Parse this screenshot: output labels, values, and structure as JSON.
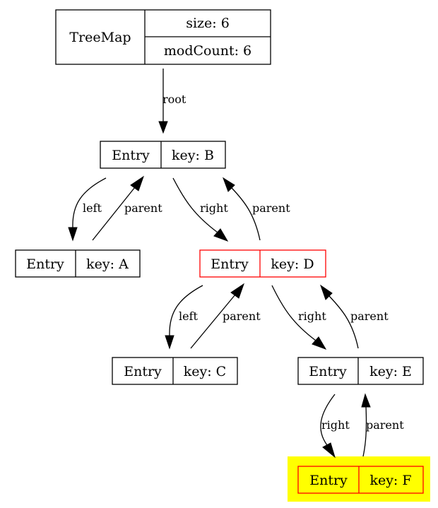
{
  "treemap": {
    "title": "TreeMap",
    "size_label": "size: 6",
    "modcount_label": "modCount: 6"
  },
  "entries": {
    "b": {
      "title": "Entry",
      "key": "key: B"
    },
    "a": {
      "title": "Entry",
      "key": "key: A"
    },
    "d": {
      "title": "Entry",
      "key": "key: D"
    },
    "c": {
      "title": "Entry",
      "key": "key: C"
    },
    "e": {
      "title": "Entry",
      "key": "key: E"
    },
    "f": {
      "title": "Entry",
      "key": "key: F"
    }
  },
  "edges": {
    "root": "root",
    "b_left": "left",
    "a_parent": "parent",
    "b_right": "right",
    "d_parent": "parent",
    "d_left": "left",
    "c_parent": "parent",
    "d_right": "right",
    "e_parent": "parent",
    "e_right": "right",
    "f_parent": "parent"
  },
  "colors": {
    "highlight_fill": "#ffff00",
    "highlight_stroke": "#ff0000"
  }
}
